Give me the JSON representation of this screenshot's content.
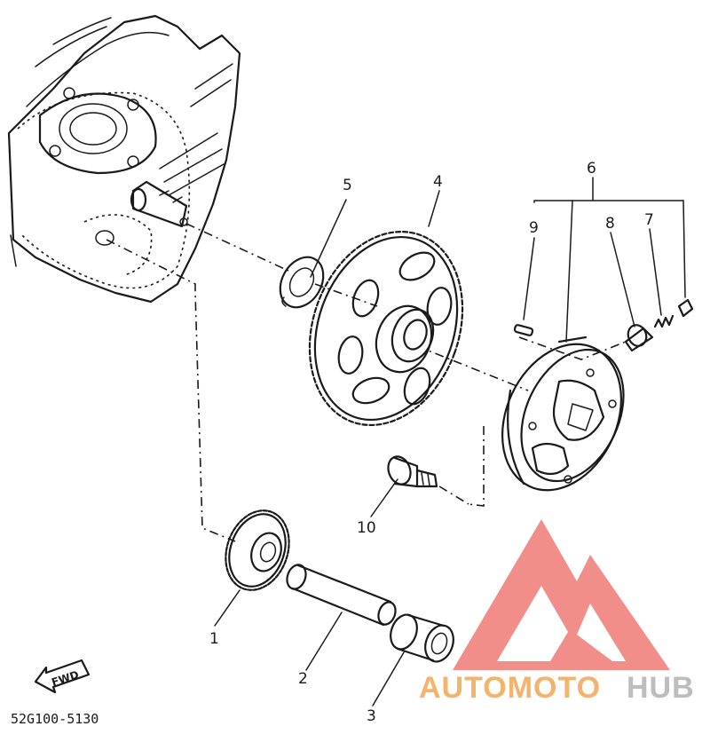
{
  "diagram": {
    "part_code": "52G100-5130",
    "fwd_label": "FWD",
    "callouts": [
      "1",
      "2",
      "3",
      "4",
      "5",
      "6",
      "7",
      "8",
      "9",
      "10"
    ]
  },
  "watermark": {
    "word_a": "AUTOMOTO",
    "word_b": "HUB",
    "color_a": "#f4b26a",
    "color_b": "#bdbdbd",
    "logo_color": "#f07a76"
  }
}
